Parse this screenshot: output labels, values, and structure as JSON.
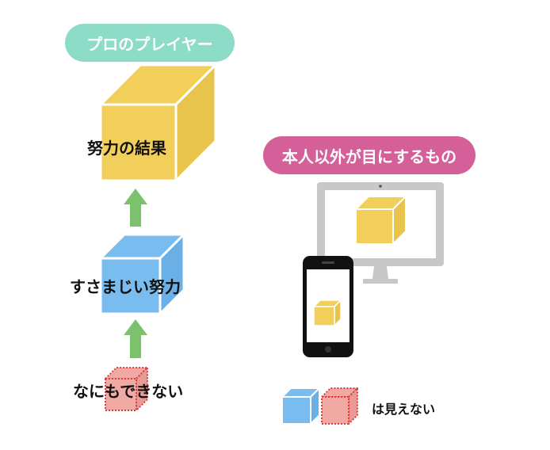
{
  "pro_player_label": "プロのプレイヤー",
  "others_see_label": "本人以外が目にするもの",
  "result_of_effort_label": "努力の結果",
  "tremendous_effort_label": "すさまじい努力",
  "cannot_do_anything_label": "なにもできない",
  "not_visible_label": "は見えない",
  "colors": {
    "teal_pill": "#8ddcc8",
    "pink_pill": "#d45f99",
    "yellow_cube": "#f2cf5b",
    "blue_cube": "#79bcf0",
    "red_cube": "#f0aaa3",
    "red_dotted": "#d84040",
    "arrow_green": "#7cc26d",
    "monitor_gray": "#c8c8c8",
    "phone_black": "#111111"
  }
}
